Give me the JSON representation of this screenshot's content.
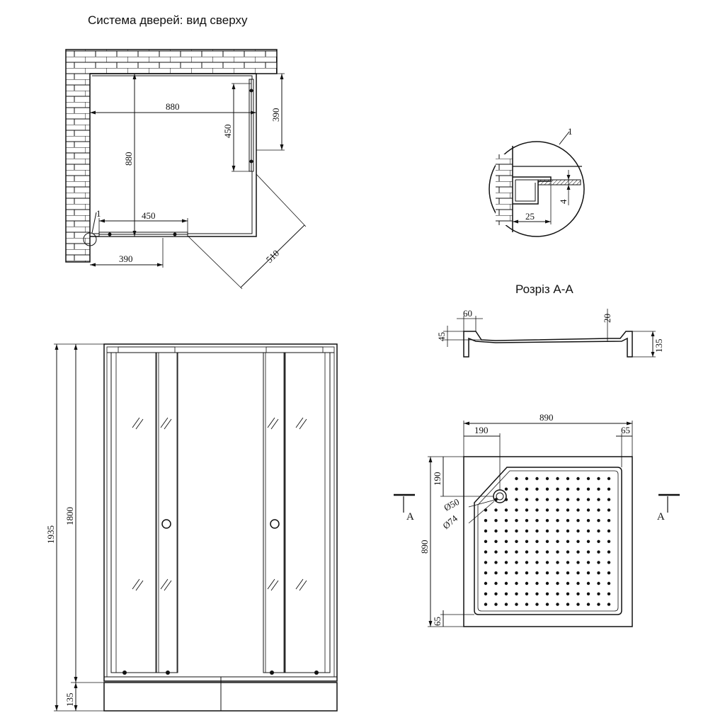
{
  "titles": {
    "top_view": "Система дверей: вид сверху",
    "section": "Розріз А-А"
  },
  "top_view": {
    "width": "880",
    "depth": "880",
    "door_side": "450",
    "door_side_b": "450",
    "opening_side": "390",
    "opening_bottom": "390",
    "diagonal": "510",
    "callout": "1"
  },
  "detail": {
    "callout": "1",
    "dim_25": "25",
    "dim_4": "4"
  },
  "section": {
    "dim_60": "60",
    "dim_45": "45",
    "dim_20": "20",
    "dim_135": "135"
  },
  "front_view": {
    "total_height": "1935",
    "glass_height": "1800",
    "tray_height": "135"
  },
  "tray_plan": {
    "width": "890",
    "depth": "890",
    "drain_offset_x": "190",
    "drain_offset_y": "190",
    "rim_x": "65",
    "rim_y": "65",
    "drain_d50": "Ø50",
    "drain_d74": "Ø74",
    "cut_left": "A",
    "cut_right": "A"
  }
}
